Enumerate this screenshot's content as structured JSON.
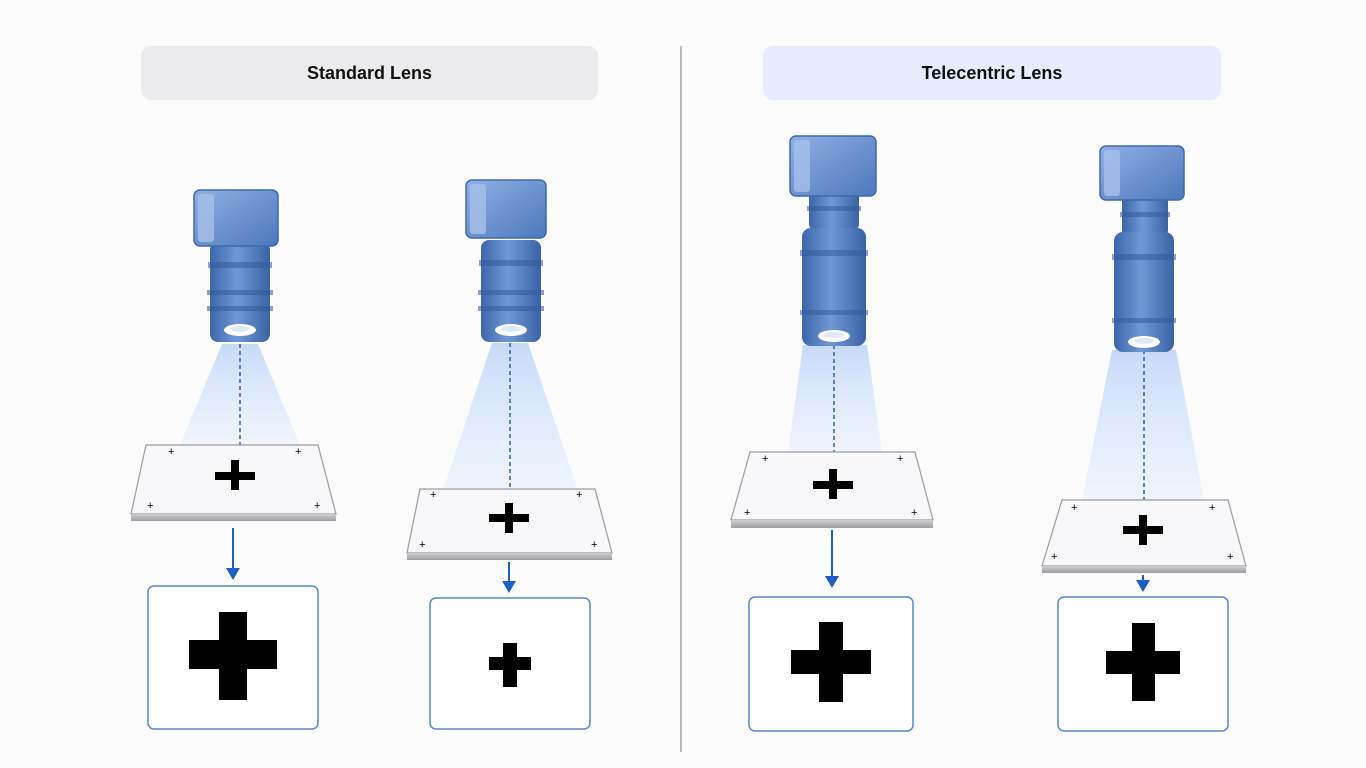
{
  "panels": {
    "left": {
      "title": "Standard Lens",
      "setups": [
        {
          "camera": "standard-camera",
          "object_distance": "near",
          "image_size": "large"
        },
        {
          "camera": "standard-camera",
          "object_distance": "far",
          "image_size": "small"
        }
      ]
    },
    "right": {
      "title": "Telecentric Lens",
      "setups": [
        {
          "camera": "telecentric-camera",
          "object_distance": "near",
          "image_size": "large"
        },
        {
          "camera": "telecentric-camera",
          "object_distance": "far",
          "image_size": "large"
        }
      ]
    }
  },
  "colors": {
    "camera_body": "#5b86c6",
    "camera_dark": "#3f69ad",
    "light_cone": "#cfe0fb",
    "arrow": "#1f5fc4",
    "image_frame": "#5a86cf",
    "plate": "#f7f7f8",
    "mark": "#000000",
    "divider": "#b9b9bd"
  },
  "icons": [
    "camera-icon",
    "plus-mark-icon",
    "down-arrow-icon"
  ]
}
